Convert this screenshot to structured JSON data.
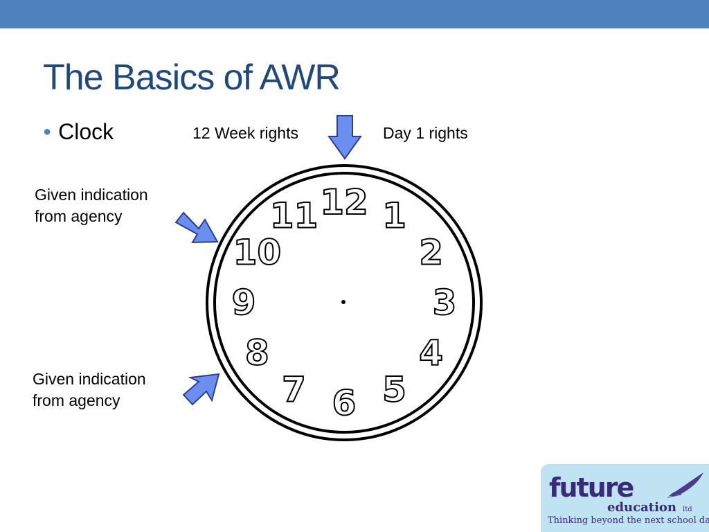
{
  "slide": {
    "title": "The Basics of AWR",
    "bullet": "Clock"
  },
  "labels": {
    "twelve_week": "12 Week rights",
    "day_one": "Day 1 rights",
    "given_indication_top": [
      "Given indication",
      "from agency"
    ],
    "given_indication_bottom": [
      "Given indication",
      "from agency"
    ]
  },
  "clock": {
    "numbers": [
      "12",
      "1",
      "2",
      "3",
      "4",
      "5",
      "6",
      "7",
      "8",
      "9",
      "10",
      "11"
    ]
  },
  "logo": {
    "brand": "future",
    "sub": "education",
    "ltd": "ltd",
    "tagline": "Thinking beyond the next school day"
  },
  "colors": {
    "top_bar": "#4f81bd",
    "title": "#1f497d",
    "arrow_fill": "#6a8ff0",
    "arrow_stroke": "#2c3e8a"
  }
}
